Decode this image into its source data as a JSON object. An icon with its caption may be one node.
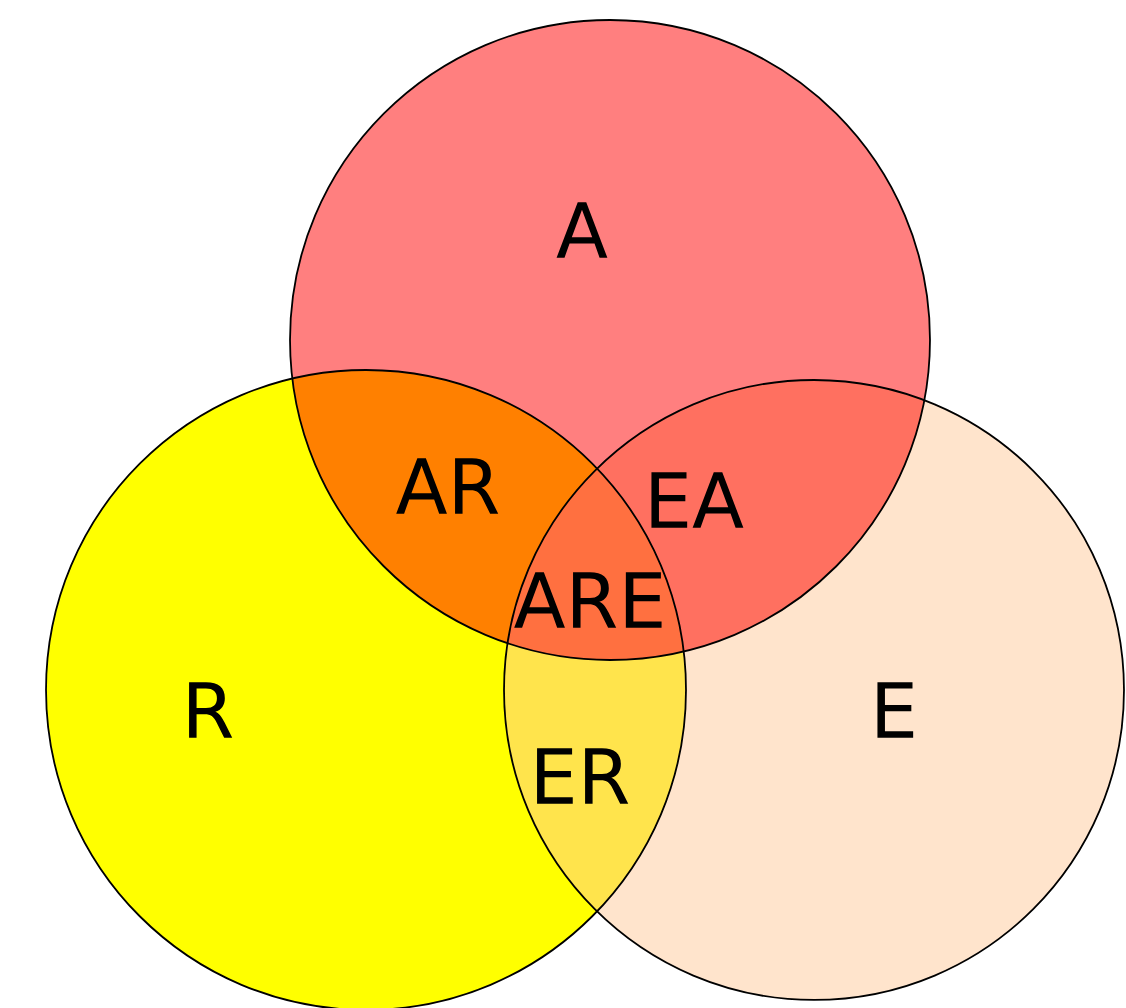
{
  "diagram": {
    "nodes": [
      {
        "text": [
          "A"
        ]
      },
      {
        "text": [
          "R"
        ]
      },
      {
        "text": [
          "E"
        ]
      }
    ],
    "labels": [
      "AR",
      "EA",
      "ARE",
      "ER"
    ]
  }
}
